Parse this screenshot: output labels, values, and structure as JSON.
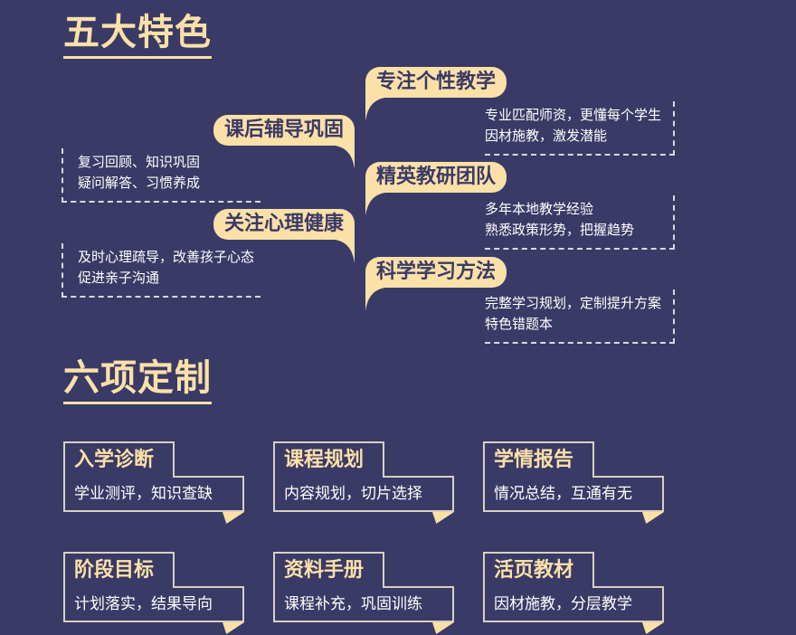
{
  "colors": {
    "background": "#3a3a66",
    "accent": "#fbe0a8",
    "text": "#ffffff",
    "border": "#d8d0c0"
  },
  "features": {
    "title": "五大特色",
    "items": [
      {
        "label": "专注个性教学",
        "side": "right",
        "lines": [
          "专业匹配师资，更懂每个学生",
          "因材施教，激发潜能"
        ]
      },
      {
        "label": "课后辅导巩固",
        "side": "left",
        "lines": [
          "复习回顾、知识巩固",
          "疑问解答、习惯养成"
        ]
      },
      {
        "label": "精英教研团队",
        "side": "right",
        "lines": [
          "多年本地教学经验",
          "熟悉政策形势，把握趋势"
        ]
      },
      {
        "label": "关注心理健康",
        "side": "left",
        "lines": [
          "及时心理疏导，改善孩子心态",
          "促进亲子沟通"
        ]
      },
      {
        "label": "科学学习方法",
        "side": "right",
        "lines": [
          "完整学习规划，定制提升方案",
          "特色错题本"
        ]
      }
    ]
  },
  "customization": {
    "title": "六项定制",
    "cards": [
      {
        "title": "入学诊断",
        "desc": "学业测评，知识查缺"
      },
      {
        "title": "课程规划",
        "desc": "内容规划，切片选择"
      },
      {
        "title": "学情报告",
        "desc": "情况总结，互通有无"
      },
      {
        "title": "阶段目标",
        "desc": "计划落实，结果导向"
      },
      {
        "title": "资料手册",
        "desc": "课程补充，巩固训练"
      },
      {
        "title": "活页教材",
        "desc": "因材施教，分层教学"
      }
    ]
  }
}
